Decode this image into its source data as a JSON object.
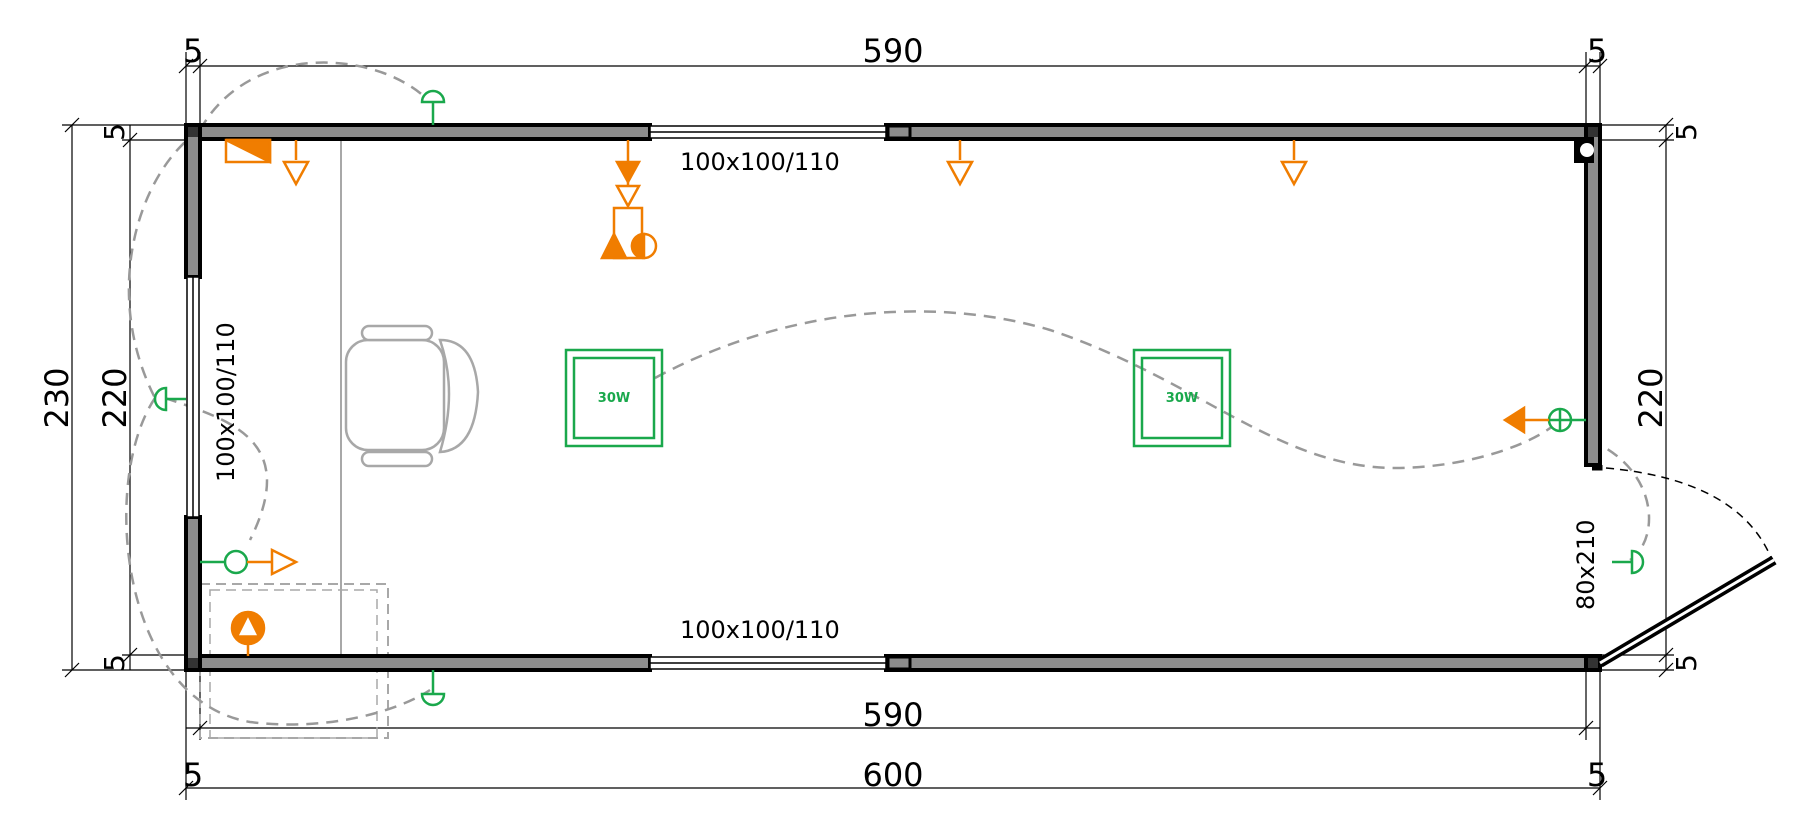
{
  "dimensions": {
    "top_left_end": "5",
    "top_span": "590",
    "top_right_end": "5",
    "left_overall": "230",
    "left_inner": "220",
    "left_top_end": "5",
    "left_bottom_end": "5",
    "right_top_end": "5",
    "right_inner": "220",
    "right_bottom_end": "5",
    "bottom_span": "590",
    "bottom_left_end": "5",
    "bottom_overall": "600",
    "bottom_right_end": "5"
  },
  "openings": {
    "window_top": "100x100/110",
    "window_bottom": "100x100/110",
    "window_left": "100x100/110",
    "door_right": "80x210"
  },
  "fixtures": {
    "ceiling_light_1": "30W",
    "ceiling_light_2": "30W"
  },
  "colors": {
    "wall": "#000000",
    "wall_fill": "#8c8c8c",
    "electrical_power": "#f07d00",
    "electrical_light": "#1aa84c",
    "furniture": "#a8a8a8",
    "wiring": "#999999"
  }
}
